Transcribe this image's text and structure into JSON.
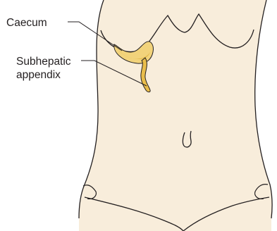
{
  "labels": {
    "caecum": "Caecum",
    "appendix_line1": "Subhepatic",
    "appendix_line2": "appendix"
  },
  "colors": {
    "skin": "#f8eddb",
    "outline": "#231f20",
    "caecum_fill": "#f2d37b",
    "caecum_dark": "#d5a626",
    "appendix_fill": "#e9bd4b"
  }
}
